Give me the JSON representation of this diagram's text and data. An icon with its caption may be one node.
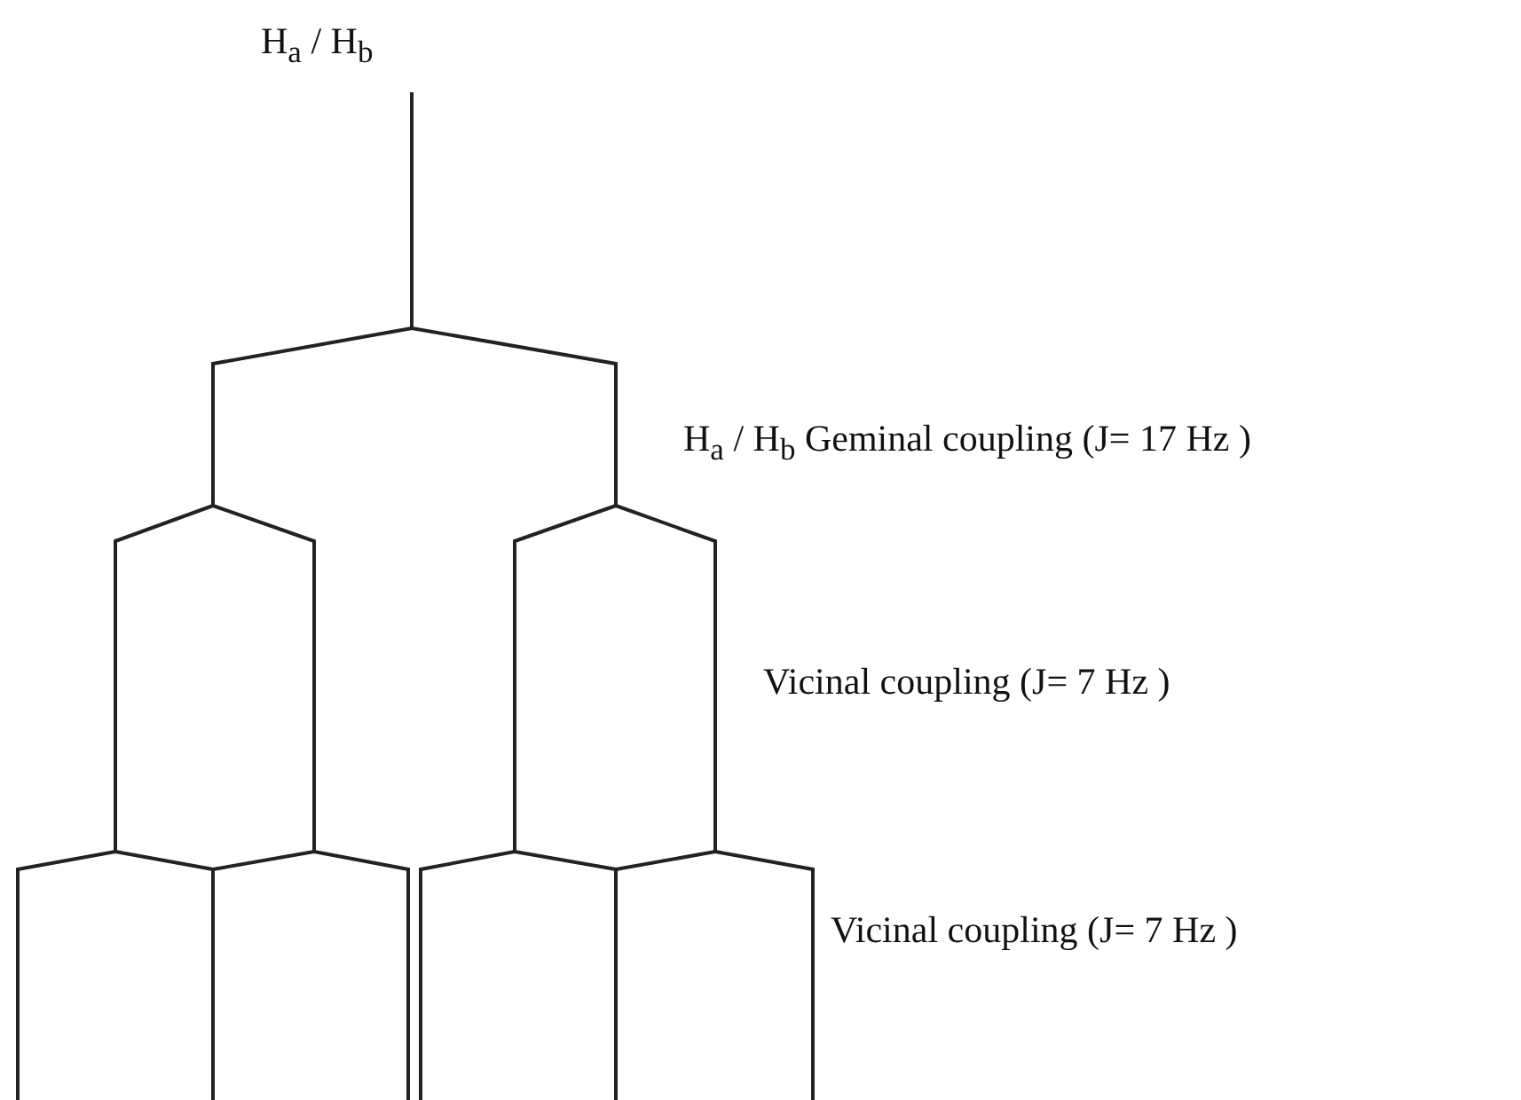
{
  "diagram": {
    "labels": [
      "H$_{a}$ / H$_{b}$",
      "H$_{a}$ / H$_{b}$ Geminal coupling (J= 17 Hz )",
      "Vicinal coupling (J= 7 Hz )",
      "Vicinal coupling (J= 7 Hz )"
    ]
  }
}
